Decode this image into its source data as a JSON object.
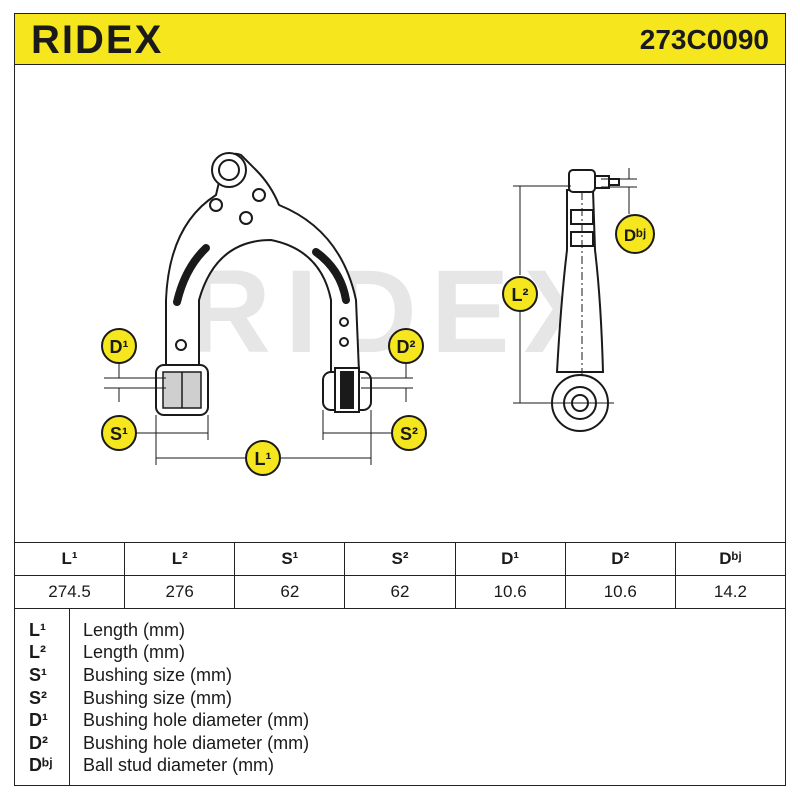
{
  "header": {
    "brand": "RIDEX",
    "part_number": "273C0090"
  },
  "watermark": "RIDEX",
  "dimension_labels": {
    "d1": "D¹",
    "d2": "D²",
    "s1": "S¹",
    "s2": "S²",
    "l1": "L¹",
    "l2": "L²",
    "dbj": "Dᵇʲ"
  },
  "table": {
    "headers": [
      "L¹",
      "L²",
      "S¹",
      "S²",
      "D¹",
      "D²",
      "Dᵇʲ"
    ],
    "values": [
      "274.5",
      "276",
      "62",
      "62",
      "10.6",
      "10.6",
      "14.2"
    ]
  },
  "legend": [
    {
      "symbol": "L¹",
      "description": "Length (mm)"
    },
    {
      "symbol": "L²",
      "description": "Length (mm)"
    },
    {
      "symbol": "S¹",
      "description": "Bushing size (mm)"
    },
    {
      "symbol": "S²",
      "description": "Bushing size (mm)"
    },
    {
      "symbol": "D¹",
      "description": "Bushing hole diameter (mm)"
    },
    {
      "symbol": "D²",
      "description": "Bushing hole diameter (mm)"
    },
    {
      "symbol": "Dᵇʲ",
      "description": "Ball stud diameter (mm)"
    }
  ],
  "colors": {
    "brand_yellow": "#f5e61e",
    "ink": "#1a1a1a",
    "watermark": "#e6e6e6"
  }
}
